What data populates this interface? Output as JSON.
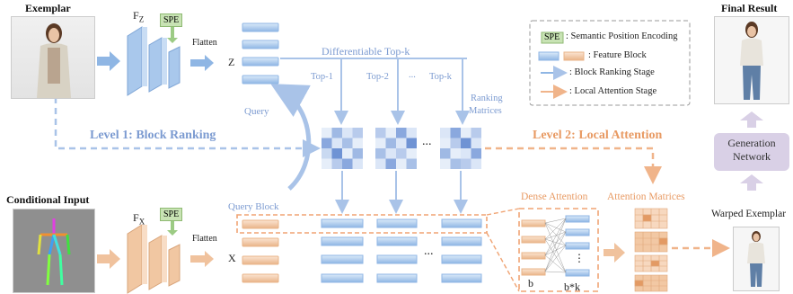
{
  "titles": {
    "exemplar": "Exemplar",
    "conditional_input": "Conditional Input",
    "final_result": "Final Result",
    "warped_exemplar": "Warped Exemplar"
  },
  "encoder_top": {
    "feature_label": "F",
    "feature_sub": "Z",
    "spe": "SPE",
    "flatten": "Flatten",
    "out_label": "Z"
  },
  "encoder_bottom": {
    "feature_label": "F",
    "feature_sub": "X",
    "spe": "SPE",
    "flatten": "Flatten",
    "out_label": "X"
  },
  "topk": {
    "title": "Differentiable Top-k",
    "labels": [
      "Top-1",
      "Top-2",
      "...",
      "Top-k"
    ],
    "ranking_matrices": [
      "Ranking",
      "Matrices"
    ],
    "query": "Query",
    "query_block": "Query Block",
    "ellipsis": "..."
  },
  "levels": {
    "level1": "Level 1: Block Ranking",
    "level2": "Level 2: Local Attention"
  },
  "attention": {
    "dense": "Dense Attention",
    "matrices": "Attention Matrices",
    "b": "b",
    "bk": "b*k",
    "vdots": "⋮"
  },
  "generation": {
    "line1": "Generation",
    "line2": "Network"
  },
  "legend": {
    "spe_tag": "SPE",
    "spe_text": ": Semantic Position Encoding",
    "feature_text": ": Feature Block",
    "ranking_text": ": Block Ranking Stage",
    "local_text": ": Local Attention Stage"
  },
  "colors": {
    "blue": "#7c9bd1",
    "light_blue": "#a9c3e8",
    "orange": "#e89a63",
    "light_orange": "#f2c8a4",
    "purple": "#d9d0e6",
    "spe_green": "#b6d7a0"
  }
}
